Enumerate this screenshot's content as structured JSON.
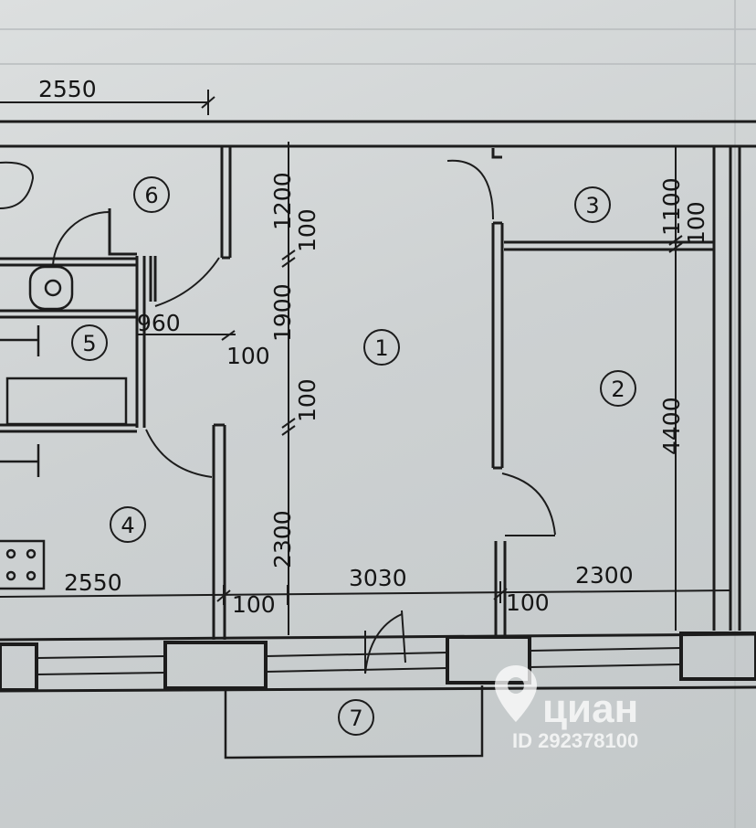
{
  "plan": {
    "dimensions": {
      "top_left_width": "2550",
      "kitchen_width": "2550",
      "living_width": "3030",
      "bedroom_width": "2300",
      "bath_width": "960",
      "wall_a": "100",
      "wall_b": "100",
      "wall_c": "100",
      "wall_d": "100",
      "wall_e": "100",
      "wall_f": "100",
      "hall_length_1": "1200",
      "hall_length_2": "1900",
      "hall_length_3": "2300",
      "bedroom_length": "4400",
      "closet_length": "1100"
    },
    "rooms": {
      "r1": "1",
      "r2": "2",
      "r3": "3",
      "r4": "4",
      "r5": "5",
      "r6": "6",
      "r7": "7"
    }
  },
  "watermark": {
    "brand": "циан",
    "id": "ID 292378100"
  }
}
